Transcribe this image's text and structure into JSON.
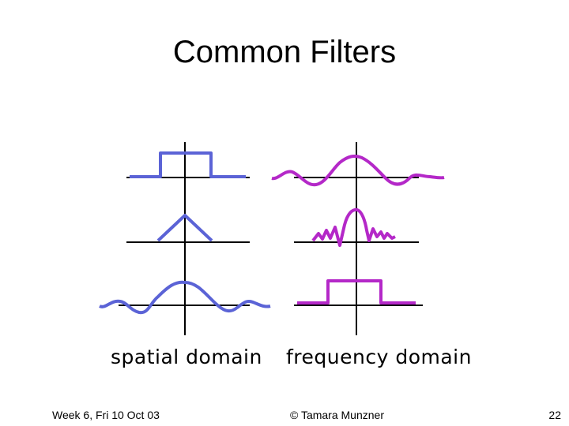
{
  "slide": {
    "title": "Common Filters",
    "captions": {
      "spatial": "spatial domain",
      "frequency": "frequency domain"
    },
    "footer": {
      "left": "Week 6, Fri 10 Oct 03",
      "center": "© Tamara Munzner",
      "right": "22"
    }
  },
  "colors": {
    "spatial": "#5b63d6",
    "frequency": "#b428c8",
    "axes": "#000000"
  },
  "filters": [
    {
      "spatial": "box",
      "frequency": "sinc"
    },
    {
      "spatial": "tent",
      "frequency": "sinc-squared"
    },
    {
      "spatial": "sinc",
      "frequency": "box"
    }
  ]
}
